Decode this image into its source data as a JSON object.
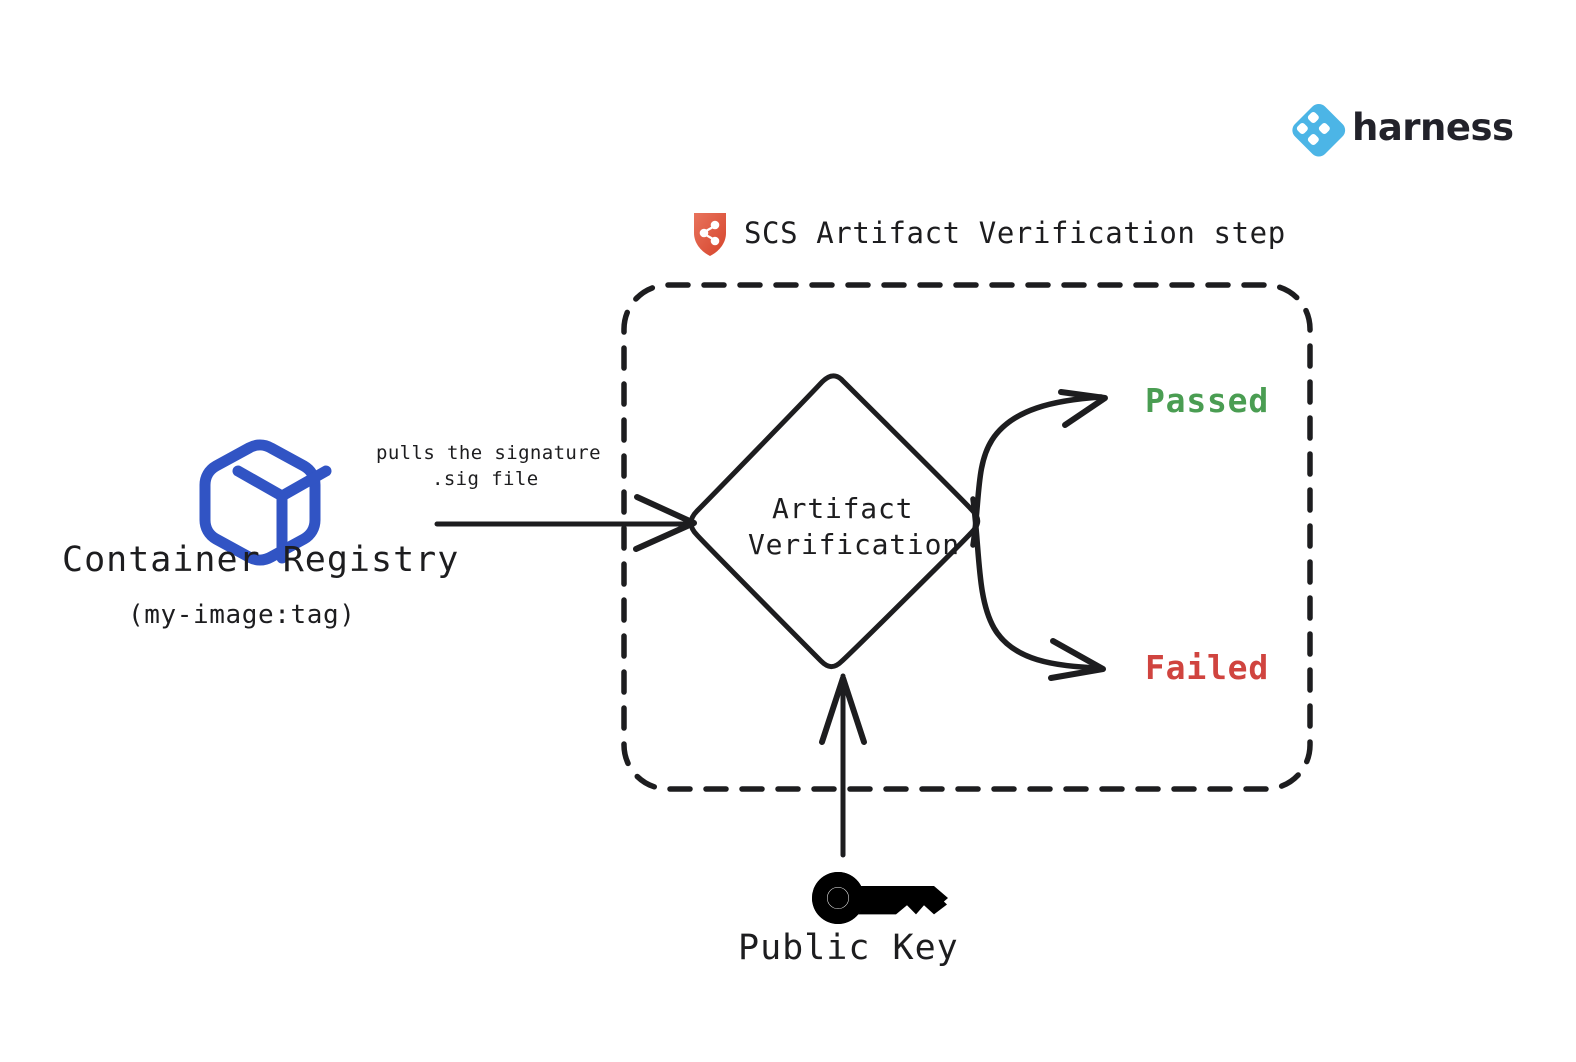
{
  "brand": {
    "name": "harness",
    "logo_icon": "harness-diamond-logo",
    "logo_color": "#4cb5e6",
    "wordmark_color": "#22222a"
  },
  "diagram": {
    "title": "SCS Artifact Verification step",
    "title_icon": "shield-supply-chain-icon",
    "title_icon_color": "#de5139",
    "boundary": {
      "style": "dashed",
      "color": "#1d1d1f",
      "label": "SCS Artifact Verification step"
    },
    "nodes": {
      "registry": {
        "icon": "container-cube-icon",
        "icon_color": "#3154c4",
        "title": "Container Registry",
        "subtitle": "(my-image:tag)"
      },
      "decision": {
        "shape": "diamond",
        "line_1": "Artifact",
        "line_2": "Verification"
      },
      "public_key": {
        "icon": "key-icon",
        "icon_color": "#000000",
        "label": "Public Key"
      }
    },
    "outcomes": [
      {
        "label": "Passed",
        "color": "#4a9d52"
      },
      {
        "label": "Failed",
        "color": "#d0443f"
      }
    ],
    "edges": [
      {
        "from": "registry",
        "to": "decision",
        "label_line_1": "pulls the signature",
        "label_line_2": ".sig file"
      },
      {
        "from": "public_key",
        "to": "decision",
        "label_line_1": "",
        "label_line_2": ""
      },
      {
        "from": "decision",
        "to": "Passed",
        "label_line_1": "",
        "label_line_2": ""
      },
      {
        "from": "decision",
        "to": "Failed",
        "label_line_1": "",
        "label_line_2": ""
      }
    ]
  }
}
